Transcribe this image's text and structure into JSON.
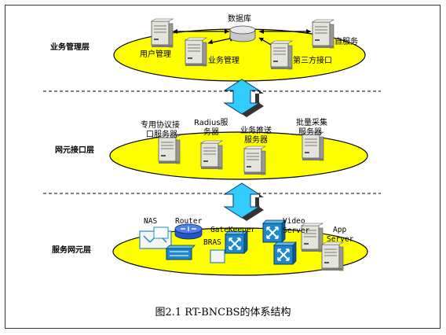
{
  "layers": {
    "mgmt": {
      "name": "业务管理层",
      "nodes": {
        "database": "数据库",
        "user_mgmt": "用户管理",
        "biz_mgmt": "业务管理",
        "self_service": "自服务",
        "third_party": "第三方接口"
      }
    },
    "interface": {
      "name": "网元接口层",
      "nodes": {
        "protocol_server_l1": "专用协议接",
        "protocol_server_l2": "口服务器",
        "radius_l1": "Radius服",
        "radius_l2": "务器",
        "push_l1": "业务推送",
        "push_l2": "服务器",
        "batch_l1": "批量采集",
        "batch_l2": "服务器"
      }
    },
    "service": {
      "name": "服务网元层",
      "nodes": {
        "nas": "NAS",
        "router": "Router",
        "bras": "BRAS",
        "gatekeeper": "GateKeeper",
        "video_l1": "Video",
        "video_l2": "Server",
        "app_l1": "App",
        "app_l2": "Server"
      }
    }
  },
  "caption": "图2.1    RT-BNCBS的体系结构",
  "colors": {
    "disk_fill": "#ffff00",
    "arrow_fill": "#33ccff",
    "switch_fill": "#1e88c8",
    "router_fill": "#2255cc",
    "server_fill": "#d8d8d0"
  }
}
